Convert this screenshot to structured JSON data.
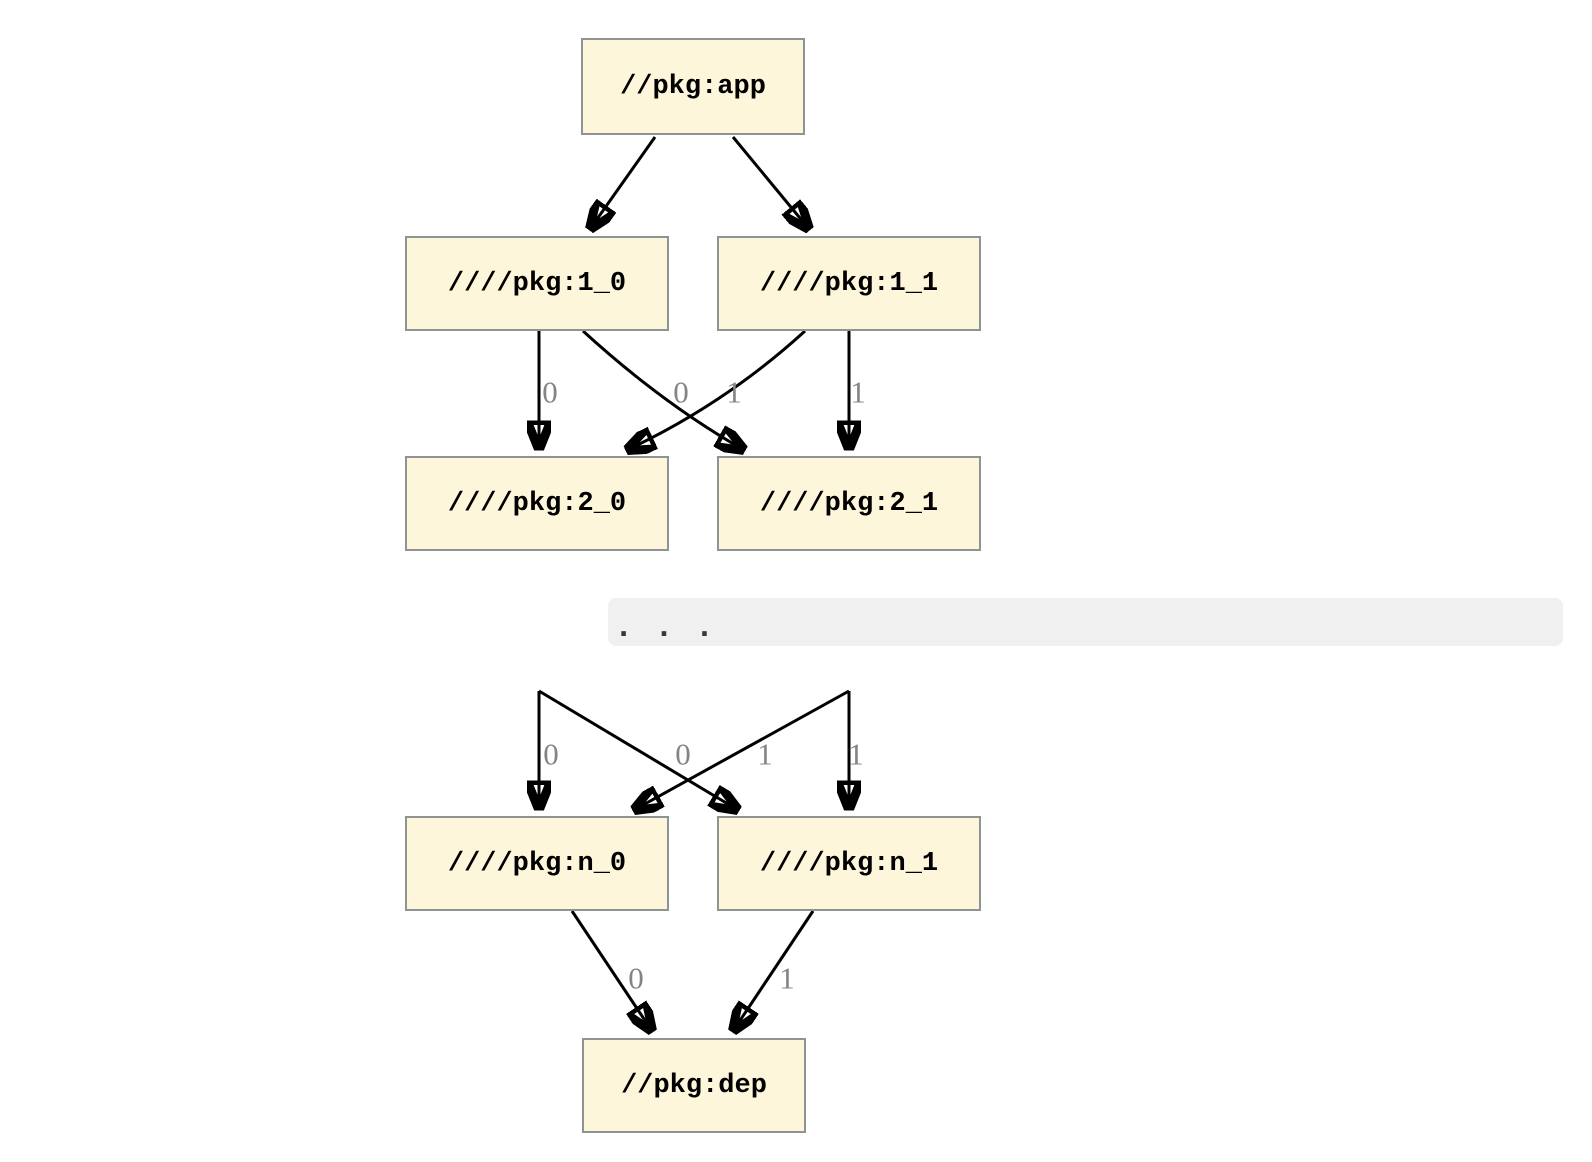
{
  "graph": {
    "nodes": {
      "app": {
        "label": "//pkg:app"
      },
      "l1_0": {
        "label": "////pkg:1_0"
      },
      "l1_1": {
        "label": "////pkg:1_1"
      },
      "l2_0": {
        "label": "////pkg:2_0"
      },
      "l2_1": {
        "label": "////pkg:2_1"
      },
      "ln_0": {
        "label": "////pkg:n_0"
      },
      "ln_1": {
        "label": "////pkg:n_1"
      },
      "dep": {
        "label": "//pkg:dep"
      }
    },
    "edges": [
      {
        "from": "//pkg:app",
        "to": "////pkg:1_0",
        "label": ""
      },
      {
        "from": "//pkg:app",
        "to": "////pkg:1_1",
        "label": ""
      },
      {
        "from": "////pkg:1_0",
        "to": "////pkg:2_0",
        "label": "0"
      },
      {
        "from": "////pkg:1_0",
        "to": "////pkg:2_1",
        "label": "1"
      },
      {
        "from": "////pkg:1_1",
        "to": "////pkg:2_0",
        "label": "0"
      },
      {
        "from": "////pkg:1_1",
        "to": "////pkg:2_1",
        "label": "1"
      },
      {
        "from": "...",
        "to": "////pkg:n_0",
        "label": "0"
      },
      {
        "from": "...",
        "to": "////pkg:n_1",
        "label": "1"
      },
      {
        "from": "...",
        "to": "////pkg:n_0",
        "label": "0"
      },
      {
        "from": "...",
        "to": "////pkg:n_1",
        "label": "1"
      },
      {
        "from": "////pkg:n_0",
        "to": "//pkg:dep",
        "label": "0"
      },
      {
        "from": "////pkg:n_1",
        "to": "//pkg:dep",
        "label": "1"
      }
    ],
    "ellipsis_text": ". . ."
  },
  "colors": {
    "background": "#ffffff",
    "node_fill": "#fdf6da",
    "node_border": "#8e9494",
    "edge": "#000000",
    "edge_label": "#848484",
    "ellipsis_band": "#f0f0f0",
    "ellipsis_dots": "#383838"
  }
}
